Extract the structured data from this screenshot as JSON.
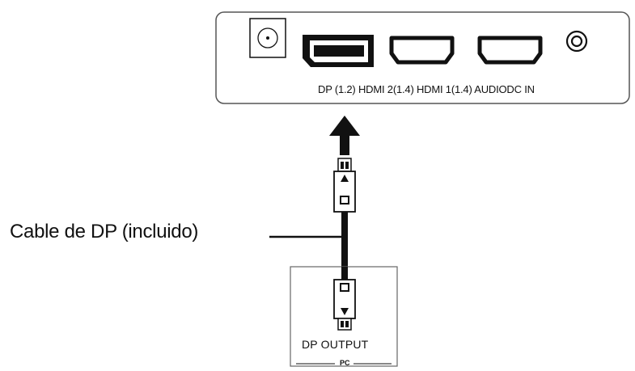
{
  "monitor_panel": {
    "port_labels": "DP (1.2) HDMI 2(1.4) HDMI 1(1.4) AUDIODC IN"
  },
  "cable": {
    "label": "Cable de DP (incluido)"
  },
  "pc": {
    "output_label": "DP OUTPUT",
    "name": "PC"
  }
}
